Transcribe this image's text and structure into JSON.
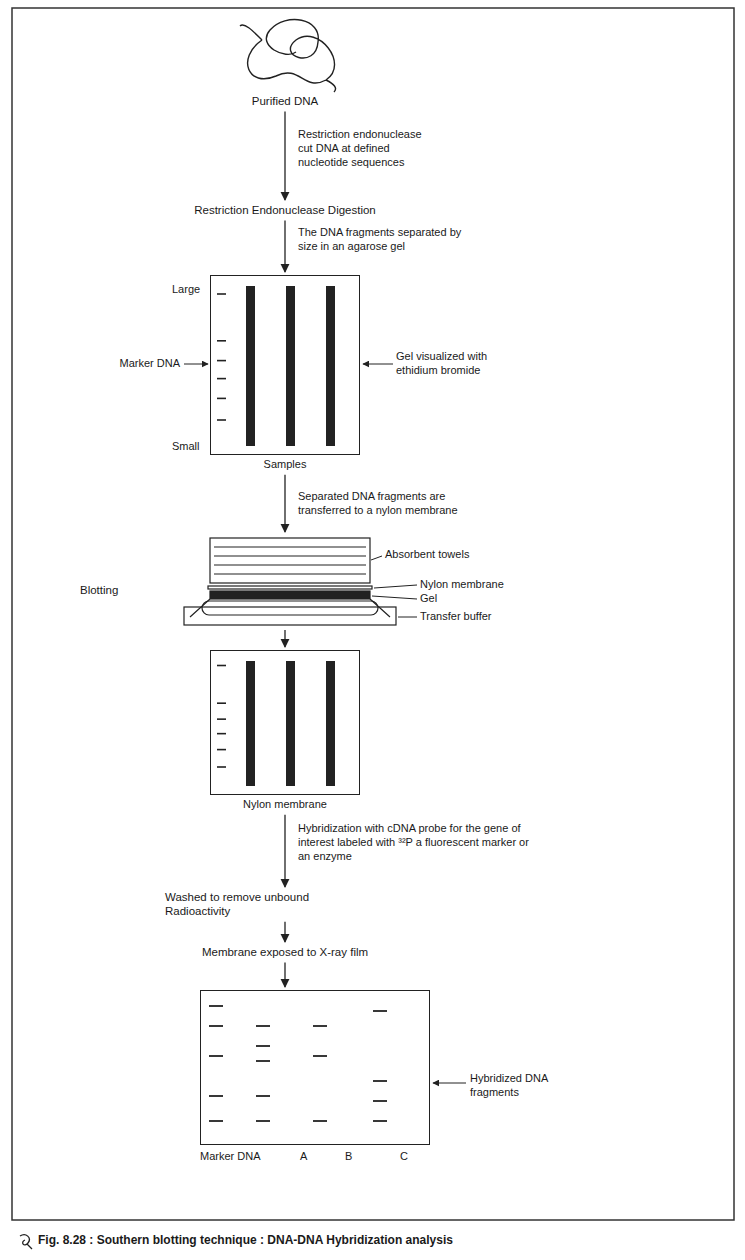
{
  "diagram": {
    "caption": "Fig. 8.28 : Southern blotting technique : DNA-DNA Hybridization analysis",
    "nodes": [
      {
        "text": [
          "Purified DNA"
        ]
      },
      {
        "text": [
          "Restriction Endonuclease Digestion"
        ]
      },
      {
        "text": [
          "Samples"
        ]
      },
      {
        "text": [
          "Blotting"
        ]
      },
      {
        "text": [
          "Nylon membrane"
        ]
      },
      {
        "text": [
          "Washed to remove unbound Radioactivity"
        ]
      },
      {
        "text": [
          "Membrane exposed to X-ray film"
        ]
      },
      {
        "text": [
          "Marker DNA",
          "A",
          "B",
          "C"
        ]
      }
    ],
    "edges": [
      {
        "from": 0,
        "to": 1,
        "arrow": "to",
        "label": "Restriction endonuclease cut DNA at defined nucleotide sequences"
      },
      {
        "from": 1,
        "to": 2,
        "arrow": "to",
        "label": "The DNA fragments separated by size in an agarose gel"
      },
      {
        "from": 2,
        "to": 3,
        "arrow": "to",
        "label": "Separated DNA fragments are transferred to a nylon membrane"
      },
      {
        "from": 3,
        "to": 4,
        "arrow": "to"
      },
      {
        "from": 4,
        "to": 5,
        "arrow": "to",
        "label": "Hybridization with cDNA probe for the gene of interest labeled with ³²P a fluorescent marker or an enzyme"
      },
      {
        "from": 5,
        "to": 6,
        "arrow": "to"
      },
      {
        "from": 6,
        "to": 7,
        "arrow": "to"
      }
    ],
    "labels": [
      "Large",
      "Marker DNA",
      "Small",
      "Gel visualized with ethidium bromide",
      "Absorbent towels",
      "Nylon membrane",
      "Gel",
      "Transfer buffer",
      "Hybridized DNA fragments"
    ]
  }
}
